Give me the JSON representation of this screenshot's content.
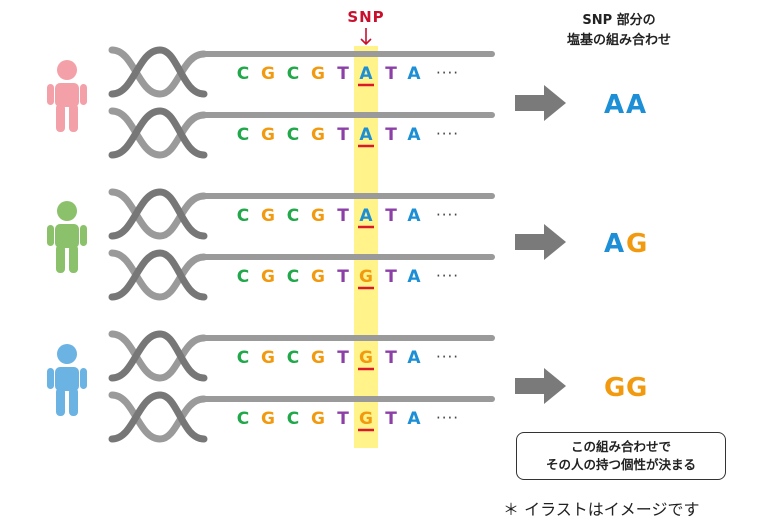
{
  "snp_marker": {
    "label": "SNP"
  },
  "result_header": {
    "line1": "SNP 部分の",
    "line2": "塩基の組み合わせ"
  },
  "colors": {
    "C": "#21a84a",
    "G": "#f29a0f",
    "T": "#8c3fa6",
    "A": "#1c8fd6",
    "highlight": "#fff38a",
    "underline": "#d9182a",
    "dna": "#8a8a8a",
    "arrow": "#7a7a7a"
  },
  "people": [
    {
      "person_icon": "person-icon",
      "person_color": "#f4a0a8",
      "strands": [
        {
          "sequence": [
            "C",
            "G",
            "C",
            "G",
            "T",
            "A",
            "T",
            "A"
          ],
          "ellipsis": "····"
        },
        {
          "sequence": [
            "C",
            "G",
            "C",
            "G",
            "T",
            "A",
            "T",
            "A"
          ],
          "ellipsis": "····"
        }
      ],
      "genotype": [
        "A",
        "A"
      ]
    },
    {
      "person_icon": "person-icon",
      "person_color": "#8ac16a",
      "strands": [
        {
          "sequence": [
            "C",
            "G",
            "C",
            "G",
            "T",
            "A",
            "T",
            "A"
          ],
          "ellipsis": "····"
        },
        {
          "sequence": [
            "C",
            "G",
            "C",
            "G",
            "T",
            "G",
            "T",
            "A"
          ],
          "ellipsis": "····"
        }
      ],
      "genotype": [
        "A",
        "G"
      ]
    },
    {
      "person_icon": "person-icon",
      "person_color": "#6ab3e3",
      "strands": [
        {
          "sequence": [
            "C",
            "G",
            "C",
            "G",
            "T",
            "G",
            "T",
            "A"
          ],
          "ellipsis": "····"
        },
        {
          "sequence": [
            "C",
            "G",
            "C",
            "G",
            "T",
            "G",
            "T",
            "A"
          ],
          "ellipsis": "····"
        }
      ],
      "genotype": [
        "G",
        "G"
      ]
    }
  ],
  "note": {
    "line1": "この組み合わせで",
    "line2": "その人の持つ個性が決まる"
  },
  "caption": "＊ イラストはイメージです"
}
